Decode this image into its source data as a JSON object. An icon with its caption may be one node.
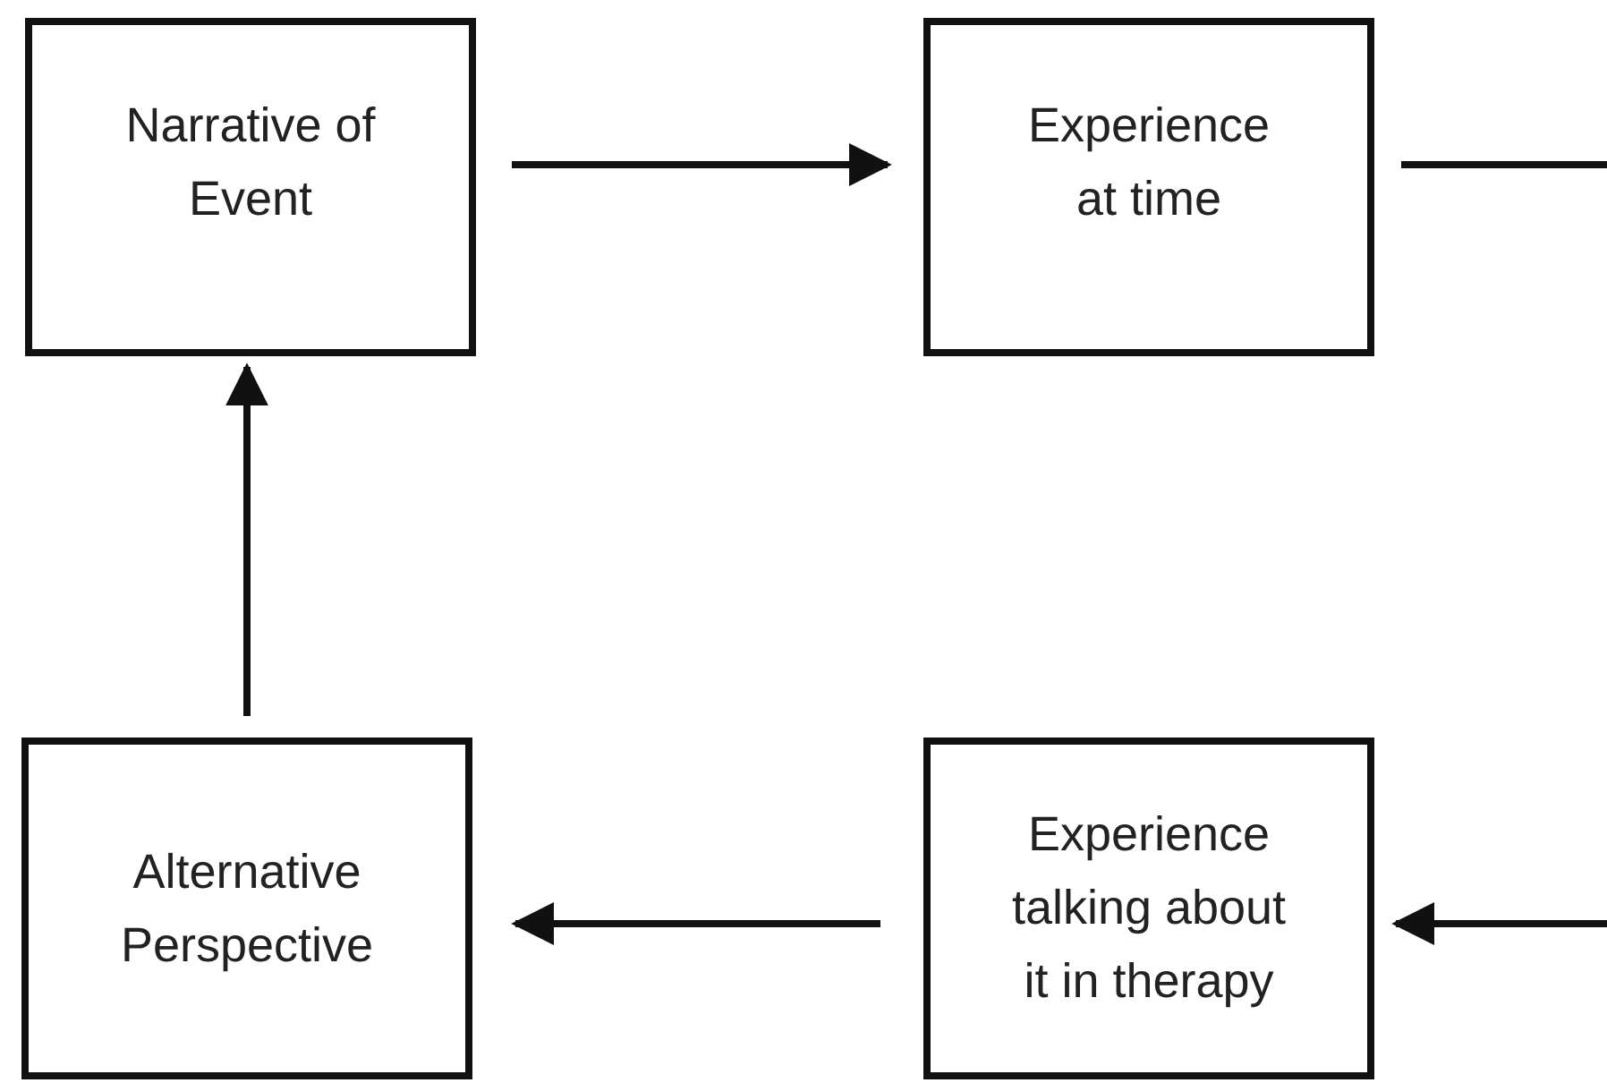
{
  "diagram": {
    "nodes": [
      {
        "text": [
          "Narrative of Event"
        ]
      },
      {
        "text": [
          "Experience at time"
        ]
      },
      {
        "text": [
          "Alternative Perspective"
        ]
      },
      {
        "text": [
          "Experience talking about it in therapy"
        ]
      }
    ],
    "edges": [
      {
        "from": 0,
        "to": 1,
        "arrow": "to"
      },
      {
        "from": 1,
        "to": null,
        "arrow": "none"
      },
      {
        "from": null,
        "to": 3,
        "arrow": "to"
      },
      {
        "from": 3,
        "to": 2,
        "arrow": "to"
      },
      {
        "from": 2,
        "to": 0,
        "arrow": "to"
      }
    ]
  }
}
